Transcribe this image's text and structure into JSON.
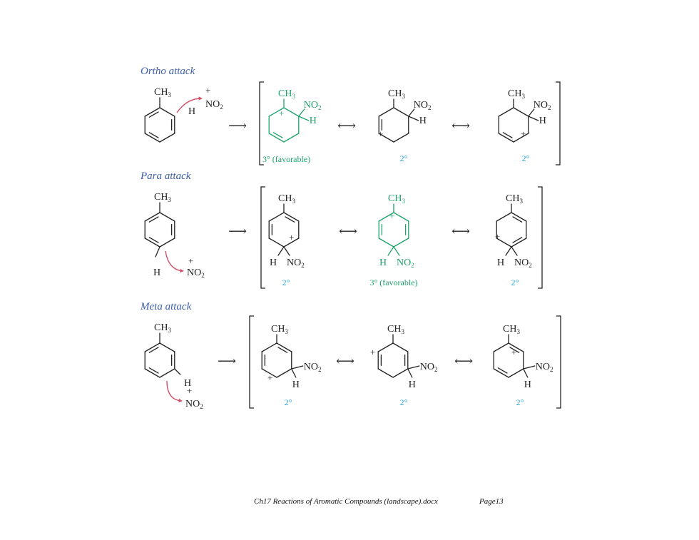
{
  "sections": [
    {
      "title": "Ortho attack",
      "labels": [
        "3° (favorable)",
        "2°",
        "2°"
      ]
    },
    {
      "title": "Para attack",
      "labels": [
        "2°",
        "3° (favorable)",
        "2°"
      ]
    },
    {
      "title": "Meta attack",
      "labels": [
        "2°",
        "2°",
        "2°"
      ]
    }
  ],
  "text": {
    "ch": "CH",
    "no": "NO",
    "sub3": "3",
    "sub2": "2",
    "h": "H",
    "plus": "+",
    "arrow": "⟶",
    "reso": "⟷"
  },
  "colors": {
    "title": "#3a5ea8",
    "favorable": "#1fa36b",
    "degree": "#2aa6e0",
    "curved_arrow": "#d0506a",
    "bond": "#222222"
  },
  "footer": {
    "filename": "Ch17 Reactions of Aromatic Compounds (landscape).docx",
    "page": "Page13"
  }
}
